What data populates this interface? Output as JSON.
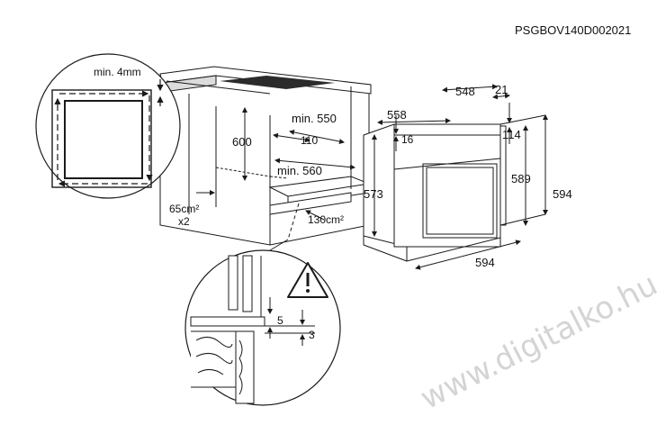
{
  "code": "PSGBOV140D002021",
  "watermark": "www.digitalko.hu",
  "labels": {
    "gap": "min. 4mm",
    "niche_height": "600",
    "niche_depth": "min. 550",
    "cutout_depth": "110",
    "niche_width": "min. 560",
    "vent_side": "65cm²",
    "vent_side_count": "x2",
    "vent_front": "130cm²",
    "oven_depth": "548",
    "door_depth": "21",
    "oven_width_body": "558",
    "top_offset": "16",
    "front_height": "114",
    "body_height": "573",
    "inner_height": "589",
    "total_height": "594",
    "total_width": "594",
    "detail_a": "5",
    "detail_b": "3"
  },
  "colors": {
    "line": "#1a1a1a",
    "counter": "#2b2b2b",
    "watermark": "#d4d4d4"
  },
  "icons": {
    "warning": "warning-triangle-icon"
  }
}
